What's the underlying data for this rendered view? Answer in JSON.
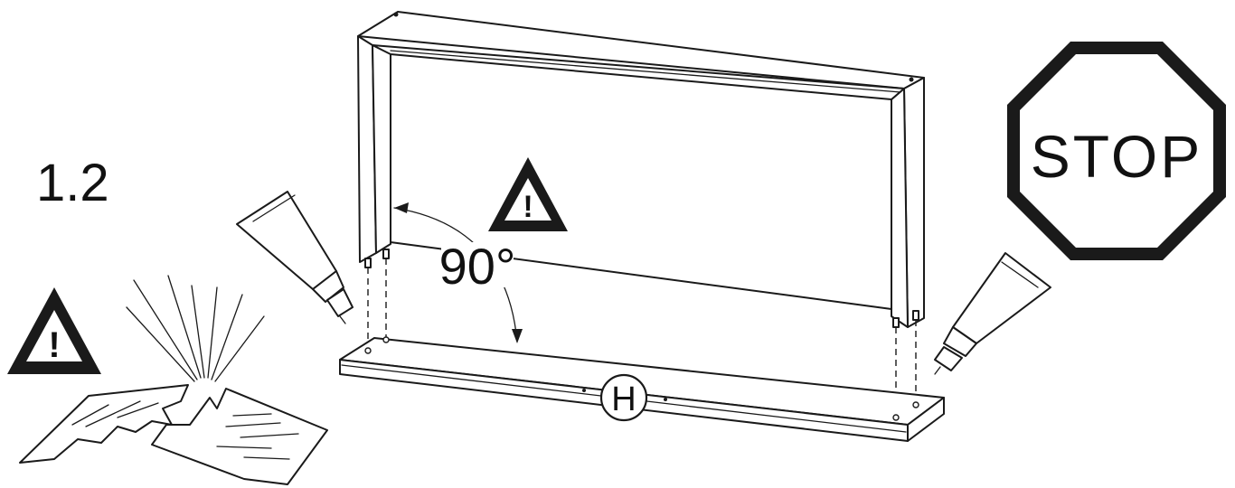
{
  "step": {
    "number": "1.2"
  },
  "angle": {
    "label": "90°"
  },
  "part": {
    "label": "H"
  },
  "stop_sign": {
    "label": "STOP",
    "color": "#1a1a1a"
  },
  "warning": {
    "symbol": "!"
  },
  "icons": [
    "warning-triangle-icon",
    "glue-tube-icon",
    "broken-glass-icon",
    "stop-sign-icon"
  ]
}
